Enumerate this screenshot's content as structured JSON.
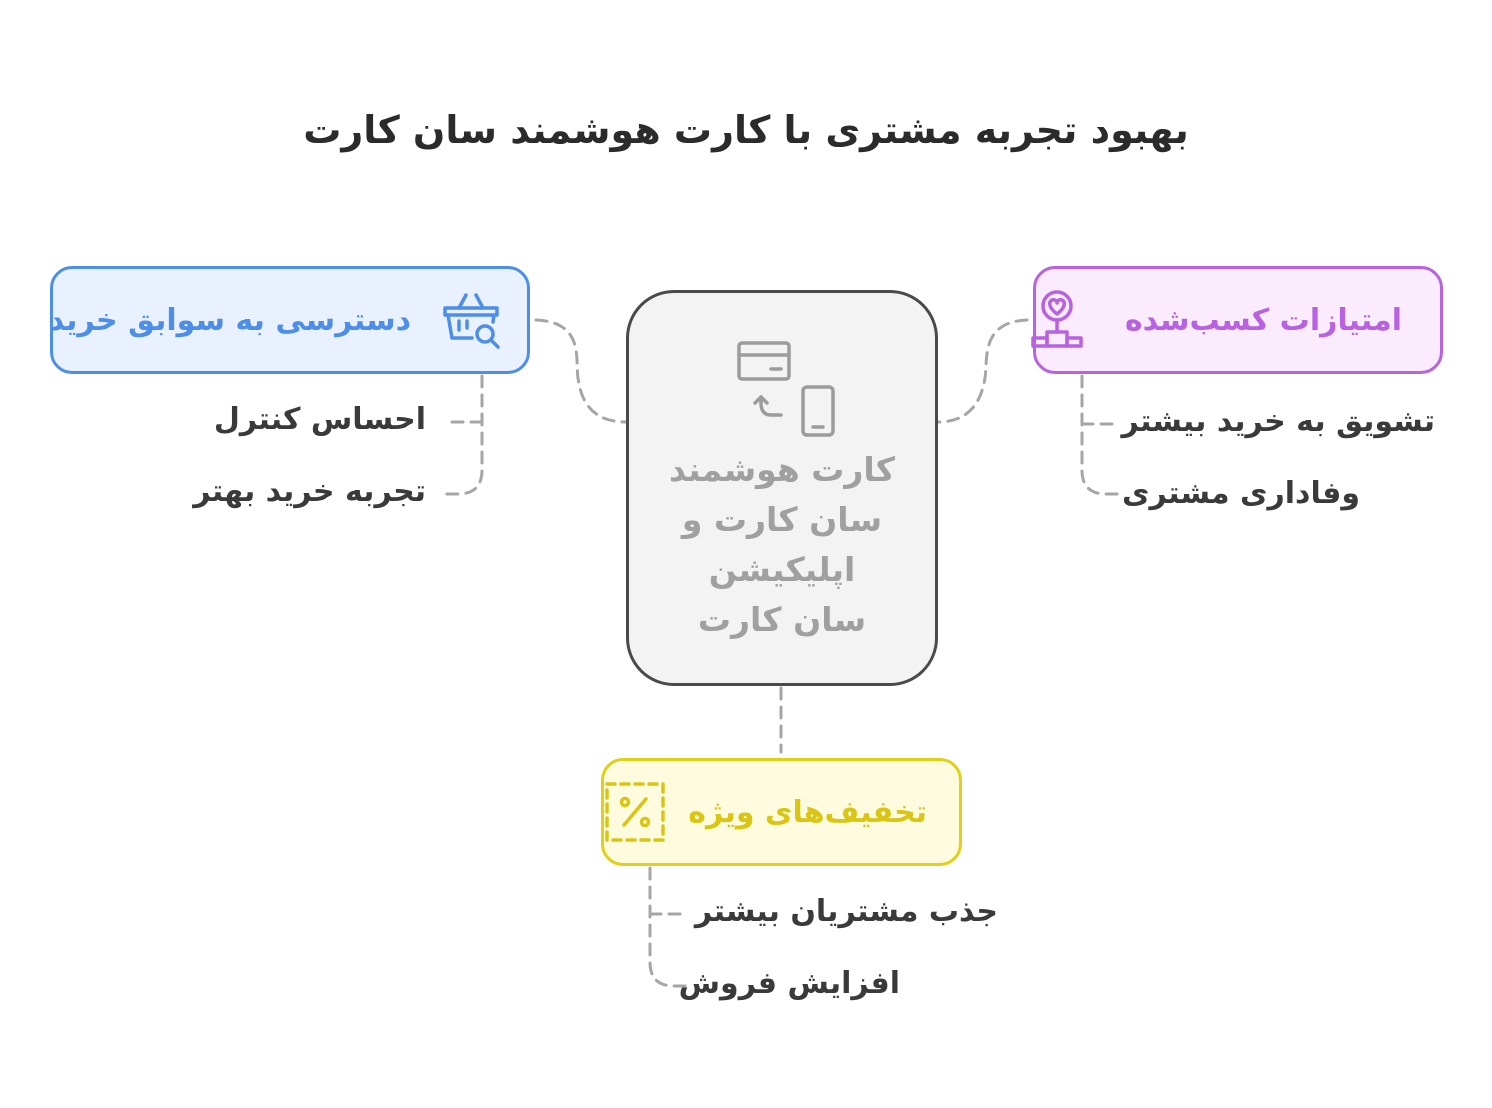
{
  "title": "بهبود تجربه مشتری با کارت هوشمند سان کارت",
  "center": {
    "label": "کارت هوشمند سان کارت و اپلیکیشن سان کارت",
    "icon": "card-phone-sync-icon"
  },
  "nodes": {
    "left": {
      "label": "دسترسی به سوابق خرید",
      "icon": "basket-search-icon",
      "color": "#4d8ee8",
      "items": [
        "احساس کنترل",
        "تجربه خرید بهتر"
      ]
    },
    "right": {
      "label": "امتیازات کسب‌شده",
      "icon": "heart-person-podium-icon",
      "color": "#b862e2",
      "items": [
        "تشویق به خرید بیشتر",
        "وفاداری مشتری"
      ]
    },
    "bottom": {
      "label": "تخفیف‌های ویژه",
      "icon": "percent-tag-icon",
      "color": "#e0d018",
      "items": [
        "جذب مشتریان بیشتر",
        "افزایش فروش"
      ]
    }
  }
}
